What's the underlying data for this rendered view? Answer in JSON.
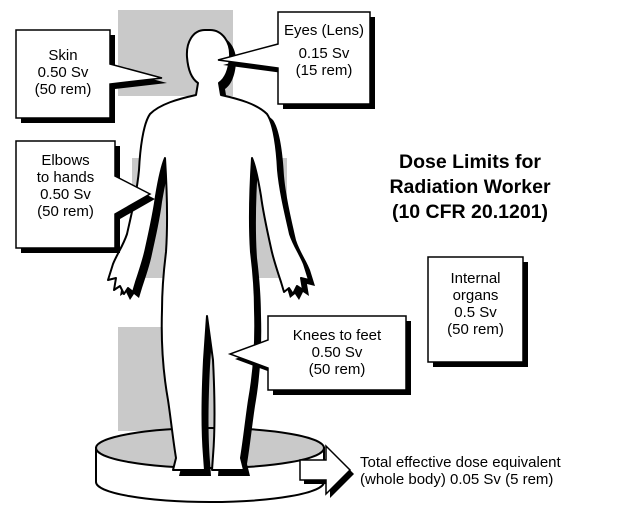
{
  "title": {
    "line1": "Dose Limits for",
    "line2": "Radiation Worker",
    "line3": "(10 CFR 20.1201)"
  },
  "callouts": {
    "skin": {
      "line1": "Skin",
      "line2": "0.50 Sv",
      "line3": "(50 rem)"
    },
    "eyes": {
      "line1": "Eyes (Lens)",
      "line2": "0.15 Sv",
      "line3": "(15 rem)"
    },
    "elbows": {
      "line1": "Elbows",
      "line2": "to hands",
      "line3": "0.50 Sv",
      "line4": "(50 rem)"
    },
    "internal": {
      "line1": "Internal",
      "line2": "organs",
      "line3": "0.5 Sv",
      "line4": "(50 rem)"
    },
    "knees": {
      "line1": "Knees to feet",
      "line2": "0.50 Sv",
      "line3": "(50 rem)"
    }
  },
  "total": {
    "line1": "Total effective dose equivalent",
    "line2": "(whole body) 0.05 Sv (5 rem)"
  },
  "colors": {
    "highlight": "#c9c9c9",
    "outline": "#000000",
    "shadow": "#000000",
    "box_fill": "#ffffff"
  }
}
